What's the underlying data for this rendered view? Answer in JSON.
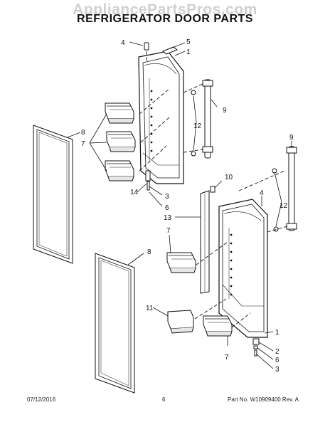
{
  "watermark": "AppliancePartsPros.com",
  "title": "REFRIGERATOR DOOR PARTS",
  "callouts": [
    {
      "id": "c1",
      "text": "1"
    },
    {
      "id": "c2",
      "text": "3"
    },
    {
      "id": "c3",
      "text": "4"
    },
    {
      "id": "c4",
      "text": "5"
    },
    {
      "id": "c5",
      "text": "6"
    },
    {
      "id": "c6",
      "text": "7"
    },
    {
      "id": "c7",
      "text": "8"
    },
    {
      "id": "c8",
      "text": "9"
    },
    {
      "id": "c9",
      "text": "12"
    },
    {
      "id": "c10",
      "text": "14"
    },
    {
      "id": "c11",
      "text": "10"
    },
    {
      "id": "c12",
      "text": "13"
    },
    {
      "id": "c13",
      "text": "4"
    },
    {
      "id": "c14",
      "text": "9"
    },
    {
      "id": "c15",
      "text": "12"
    },
    {
      "id": "c16",
      "text": "7"
    },
    {
      "id": "c17",
      "text": "8"
    },
    {
      "id": "c18",
      "text": "11"
    },
    {
      "id": "c19",
      "text": "1"
    },
    {
      "id": "c20",
      "text": "2"
    },
    {
      "id": "c21",
      "text": "6"
    },
    {
      "id": "c22",
      "text": "3"
    },
    {
      "id": "c23",
      "text": "7"
    }
  ],
  "footer": {
    "date": "07/12/2016",
    "page": "6",
    "part": "Part No. W10909400  Rev. A"
  }
}
